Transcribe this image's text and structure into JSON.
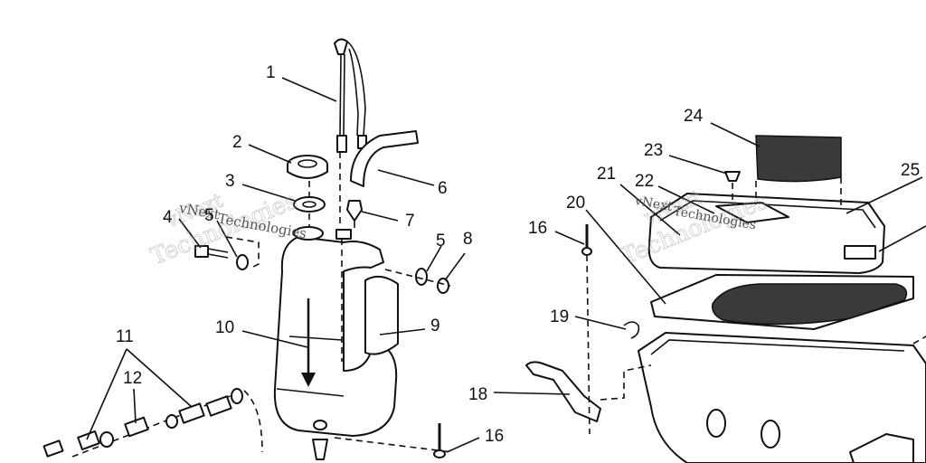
{
  "watermark": {
    "line1": "vNext",
    "line2": "Technologies"
  },
  "callouts": [
    {
      "id": "c1",
      "label": "1"
    },
    {
      "id": "c2",
      "label": "2"
    },
    {
      "id": "c3",
      "label": "3"
    },
    {
      "id": "c4",
      "label": "4"
    },
    {
      "id": "c5a",
      "label": "5"
    },
    {
      "id": "c5b",
      "label": "5"
    },
    {
      "id": "c6",
      "label": "6"
    },
    {
      "id": "c7",
      "label": "7"
    },
    {
      "id": "c8",
      "label": "8"
    },
    {
      "id": "c9",
      "label": "9"
    },
    {
      "id": "c10",
      "label": "10"
    },
    {
      "id": "c11",
      "label": "11"
    },
    {
      "id": "c12",
      "label": "12"
    },
    {
      "id": "c16a",
      "label": "16"
    },
    {
      "id": "c16b",
      "label": "16"
    },
    {
      "id": "c18",
      "label": "18"
    },
    {
      "id": "c19",
      "label": "19"
    },
    {
      "id": "c20",
      "label": "20"
    },
    {
      "id": "c21",
      "label": "21"
    },
    {
      "id": "c22",
      "label": "22"
    },
    {
      "id": "c23",
      "label": "23"
    },
    {
      "id": "c24",
      "label": "24"
    },
    {
      "id": "c25",
      "label": "25"
    }
  ]
}
